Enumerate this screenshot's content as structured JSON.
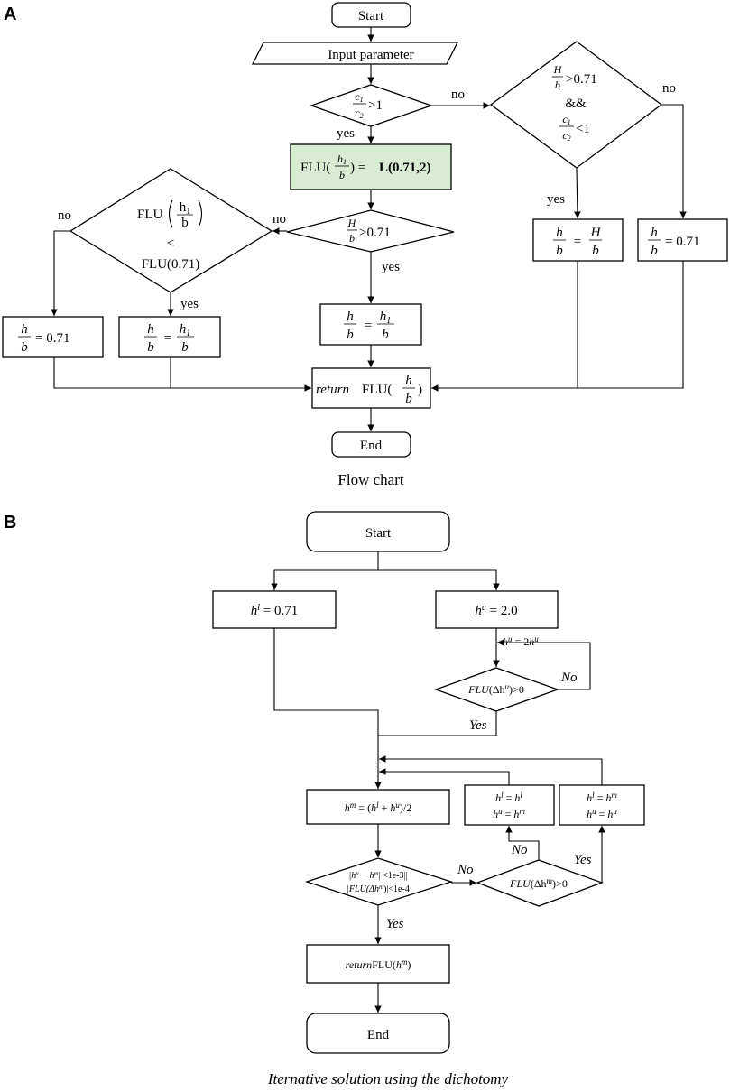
{
  "panels": {
    "a": {
      "letter": "A",
      "caption": "Flow chart",
      "nodes": {
        "start": "Start",
        "input": "Input parameter",
        "cond_c": {
          "c1": "c",
          "c1_sub": "1",
          "c2": "c",
          "c2_sub": "2",
          "rel": ">1"
        },
        "assign_flu": {
          "prefix": "FLU(",
          "h": "h",
          "h_sub": "1",
          "b": "b",
          "eq": ") = ",
          "rhs": "L(0.71,2)"
        },
        "cond_hb": {
          "num": "H",
          "den": "b",
          "rel": ">0.71"
        },
        "cond_hb_c": {
          "h_num": "H",
          "h_den": "b",
          "rel1": ">0.71",
          "and": "&&",
          "c1": "c",
          "c1_sub": "1",
          "c2": "c",
          "c2_sub": "2",
          "rel2": "<1"
        },
        "cond_flu": {
          "fn": "FLU",
          "h": "h",
          "h_sub": "1",
          "b": "b",
          "less": "<",
          "rhs": "FLU(0.71)"
        },
        "box_hb_071_left": {
          "num": "h",
          "den": "b",
          "rhs": "= 0.71"
        },
        "box_hb_h1b_left": {
          "num": "h",
          "den": "b",
          "eq": "=",
          "rnum": "h",
          "rnum_sub": "1",
          "rden": "b"
        },
        "box_hb_h1b_mid": {
          "num": "h",
          "den": "b",
          "eq": "=",
          "rnum": "h",
          "rnum_sub": "1",
          "rden": "b"
        },
        "box_hb_Hb": {
          "num": "h",
          "den": "b",
          "eq": "=",
          "rnum": "H",
          "rden": "b"
        },
        "box_hb_071_right": {
          "num": "h",
          "den": "b",
          "rhs": "= 0.71"
        },
        "return": {
          "pre": "return",
          "fn": "FLU(",
          "num": "h",
          "den": "b",
          "close": ")"
        },
        "end": "End"
      },
      "edge_labels": {
        "yes": "yes",
        "no": "no"
      }
    },
    "b": {
      "letter": "B",
      "caption": "Iternative solution using the dichotomy",
      "nodes": {
        "start": "Start",
        "hl_init": {
          "h": "h",
          "sup": "l",
          "rhs": " = 0.71"
        },
        "hu_init": {
          "h": "h",
          "sup": "u",
          "rhs": " = 2.0"
        },
        "hu_update": {
          "lhs": "h",
          "lhs_sup": "u",
          "eq": " = 2",
          "rhs": "h",
          "rhs_sup": "u"
        },
        "cond_flu_hu": {
          "fn": "FLU",
          "arg": "(Δh",
          "sup": "u",
          "close": ")",
          "rel": ">0"
        },
        "hm_calc": {
          "h": "h",
          "sup": "m",
          "eq": " = (",
          "a": "h",
          "a_sup": "l",
          "plus": " + ",
          "b": "h",
          "b_sup": "u",
          "tail": ")/2"
        },
        "cond_conv": {
          "line1": "|h",
          "l1sup_u": "u",
          "mid": " − h",
          "l1sup_m": "m",
          "l1tail": "| <1e-3||",
          "line2": "|FLU(Δh",
          "l2sup": "m",
          "l2tail": ")|<1e-4"
        },
        "cond_flu_hm": {
          "fn": "FLU",
          "arg": "(Δh",
          "sup": "m",
          "close": ")",
          "rel": ">0"
        },
        "assign_no": {
          "r1": "h",
          "r1sup": "l",
          "r1eq": " = ",
          "r1rhs": "h",
          "r1rsup": "l",
          "r2": "h",
          "r2sup": "u",
          "r2eq": " = ",
          "r2rhs": "h",
          "r2rsup": "m"
        },
        "assign_yes": {
          "r1": "h",
          "r1sup": "l",
          "r1eq": " = ",
          "r1rhs": "h",
          "r1rsup": "m",
          "r2": "h",
          "r2sup": "u",
          "r2eq": " = ",
          "r2rhs": "h",
          "r2rsup": "u"
        },
        "return": {
          "pre": "return",
          "fn": "FLU(",
          "h": "h",
          "sup": "m",
          "close": ")"
        },
        "end": "End"
      },
      "edge_labels": {
        "yes": "Yes",
        "no": "No"
      }
    }
  }
}
